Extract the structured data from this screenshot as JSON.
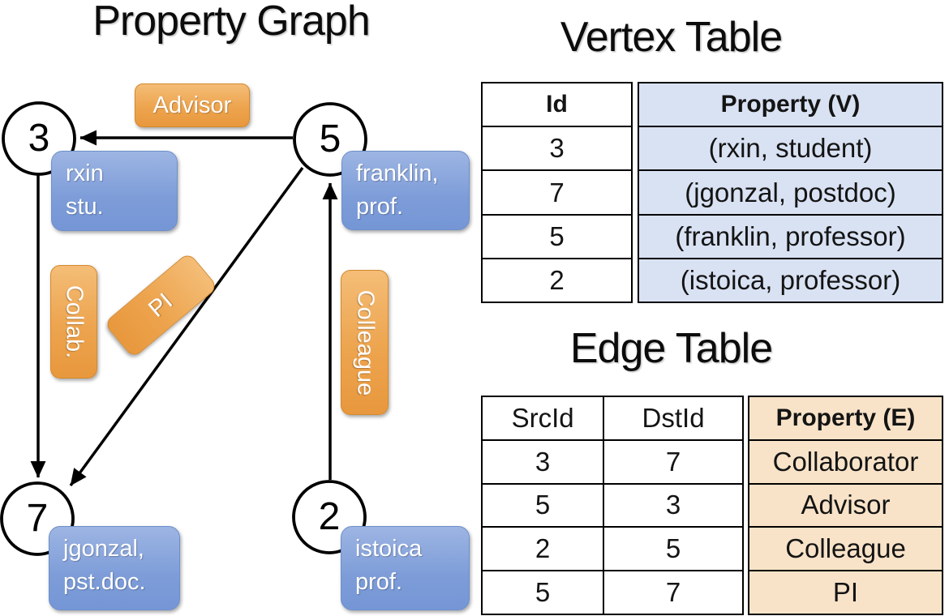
{
  "titles": {
    "graph": "Property Graph",
    "vertex_table": "Vertex Table",
    "edge_table": "Edge Table"
  },
  "graph": {
    "nodes": [
      {
        "id": "3",
        "prop_line1": "rxin",
        "prop_line2": "stu."
      },
      {
        "id": "5",
        "prop_line1": "franklin,",
        "prop_line2": "prof."
      },
      {
        "id": "7",
        "prop_line1": "jgonzal,",
        "prop_line2": "pst.doc."
      },
      {
        "id": "2",
        "prop_line1": "istoica",
        "prop_line2": "prof."
      }
    ],
    "edges": [
      {
        "label": "Advisor",
        "src": "5",
        "dst": "3"
      },
      {
        "label": "Collab.",
        "src": "3",
        "dst": "7"
      },
      {
        "label": "PI",
        "src": "5",
        "dst": "7"
      },
      {
        "label": "Colleague",
        "src": "2",
        "dst": "5"
      }
    ]
  },
  "vertex_table": {
    "columns": {
      "id": "Id",
      "property": "Property (V)"
    },
    "rows": [
      {
        "id": "3",
        "property": "(rxin, student)"
      },
      {
        "id": "7",
        "property": "(jgonzal, postdoc)"
      },
      {
        "id": "5",
        "property": "(franklin, professor)"
      },
      {
        "id": "2",
        "property": "(istoica, professor)"
      }
    ]
  },
  "edge_table": {
    "columns": {
      "src": "SrcId",
      "dst": "DstId",
      "property": "Property (E)"
    },
    "rows": [
      {
        "src": "3",
        "dst": "7",
        "property": "Collaborator"
      },
      {
        "src": "5",
        "dst": "3",
        "property": "Advisor"
      },
      {
        "src": "2",
        "dst": "5",
        "property": "Colleague"
      },
      {
        "src": "5",
        "dst": "7",
        "property": "PI"
      }
    ]
  },
  "colors": {
    "edge_label_fill": "#EDA44E",
    "vertex_label_fill": "#7D9CD8",
    "vertex_property_cell": "#D9E2F3",
    "edge_property_cell": "#F8E3C8",
    "line": "#000000"
  }
}
